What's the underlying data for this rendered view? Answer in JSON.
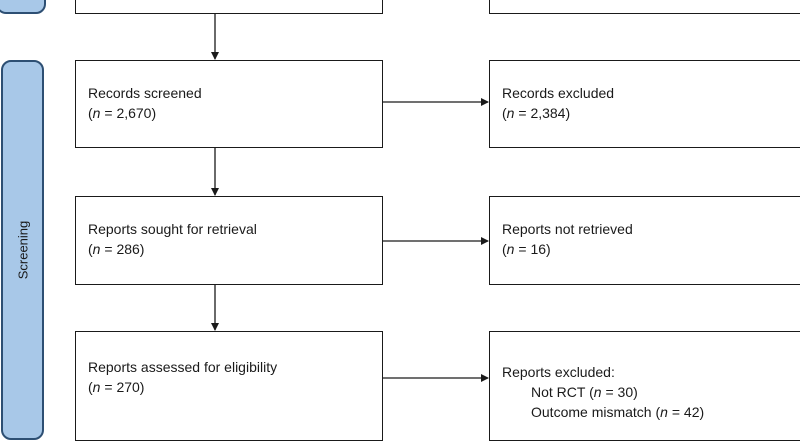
{
  "phases": {
    "screening_label": "Screening"
  },
  "boxes": {
    "records_screened": {
      "title": "Records screened",
      "count": "2,670"
    },
    "records_excluded": {
      "title": "Records excluded",
      "count": "2,384"
    },
    "reports_sought": {
      "title": "Reports sought for retrieval",
      "count": "286"
    },
    "reports_not_retrieved": {
      "title": "Reports not retrieved",
      "count": "16"
    },
    "reports_assessed": {
      "title": "Reports assessed for eligibility",
      "count": "270"
    },
    "reports_excluded": {
      "title": "Reports excluded:",
      "reasons": [
        {
          "label": "Not RCT",
          "count": "30"
        },
        {
          "label": "Outcome mismatch",
          "count": "42"
        }
      ]
    }
  },
  "colors": {
    "phase_fill": "#a8c8e8",
    "phase_border": "#2d4f73",
    "line": "#1a1a1a"
  }
}
